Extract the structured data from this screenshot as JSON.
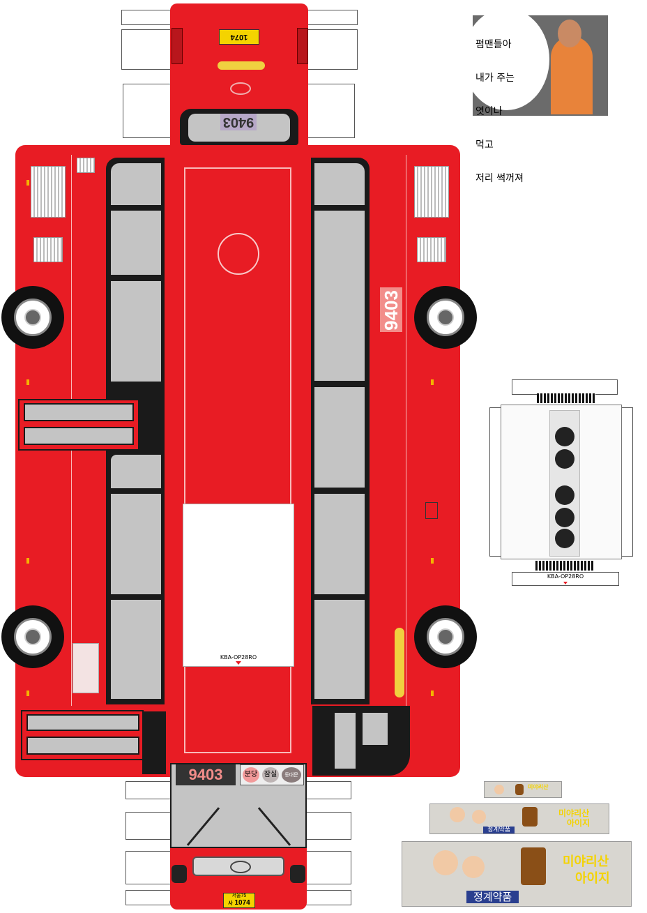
{
  "bus": {
    "route_number": "9403",
    "plate_region": "서울75",
    "plate_letter": "사",
    "plate_number": "1074",
    "plate_rear": "1074",
    "model_label_roof": "KBA-OP28RO",
    "model_label_floor": "KBA-OP28RO",
    "destinations": [
      "분당",
      "잠실",
      "동대문"
    ],
    "colors": {
      "body": "#e81c24",
      "glass": "#c4c4c4",
      "route_box": "#f28d8a",
      "plate": "#f4d300"
    }
  },
  "meme": {
    "caption_lines": [
      "펌맨들아",
      "내가 주는",
      "엿이나",
      "먹고",
      "저리 썩꺼져"
    ]
  },
  "ads": {
    "headline": "미야리산",
    "subline": "아이지",
    "company": "정계약품"
  }
}
